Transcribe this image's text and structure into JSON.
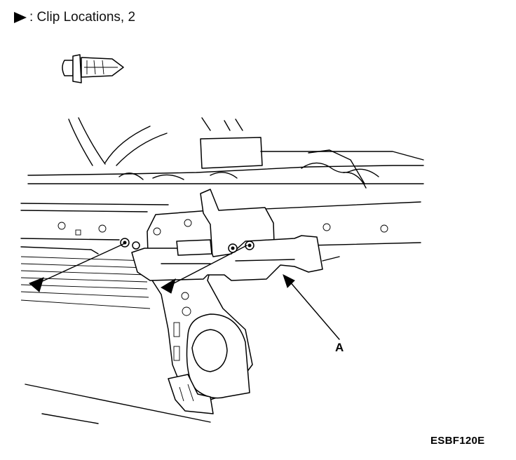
{
  "legend": {
    "marker_icon": "solid-triangle-arrow",
    "text": ": Clip Locations, 2"
  },
  "callout": {
    "label": "A"
  },
  "figure_code": "ESBF120E",
  "colors": {
    "line": "#000000",
    "background": "#ffffff"
  }
}
